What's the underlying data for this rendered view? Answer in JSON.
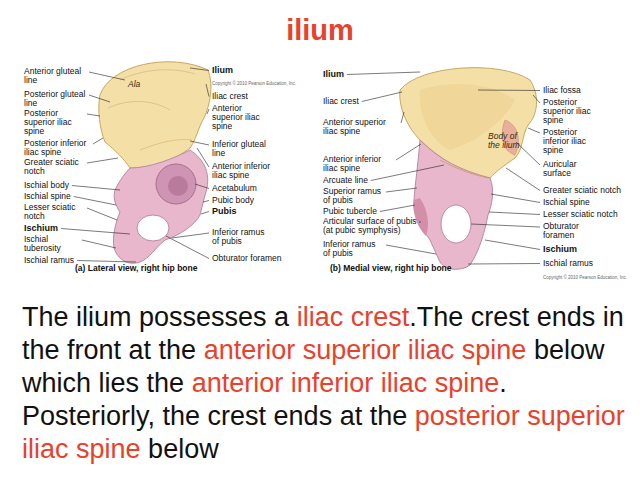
{
  "diagram": {
    "title": "ilium",
    "labels": [
      "Ala",
      "Anterior gluteal line",
      "Posterior gluteal line",
      "Posterior superior iliac spine",
      "Posterior inferior iliac spine",
      "Greater sciatic notch",
      "Ischial body",
      "Ischial spine",
      "Lesser sciatic notch",
      "Ischium",
      "Ischial tuberosity",
      "Ischial ramus",
      "Ilium",
      "Iliac crest",
      "Anterior superior iliac spine",
      "Inferior gluteal line",
      "Anterior inferior iliac spine",
      "Acetabulum",
      "Pubic body",
      "Pubis",
      "Inferior ramus of pubis",
      "Obturator foramen",
      "(a) Lateral view, right hip bone",
      "Copyright © 2010 Pearson Education, Inc.",
      "Ilium",
      "Iliac crest",
      "Anterior superior iliac spine",
      "Anterior inferior iliac spine",
      "Arcuate line",
      "Superior ramus of pubis",
      "Pubic tubercle",
      "Articular surface of pubis (at pubic symphysis)",
      "Inferior ramus of pubis",
      "Body of the ilium",
      "Iliac fossa",
      "Posterior superior iliac spine",
      "Posterior inferior iliac spine",
      "Auricular surface",
      "Greater sciatic notch",
      "Ischial spine",
      "Lesser sciatic notch",
      "Obturator foramen",
      "Ischium",
      "Ischial ramus",
      "(b) Medial view, right hip bone",
      "Copyright © 2010 Pearson Education, Inc.",
      "The ilium possesses a",
      "iliac crest",
      ".The crest ends in the front at the",
      "anterior superior iliac spine",
      "below which lies the",
      "anterior inferior iliac spine",
      ". Posteriorly, the crest ends at the",
      "posterior superior iliac spine",
      "below"
    ]
  }
}
